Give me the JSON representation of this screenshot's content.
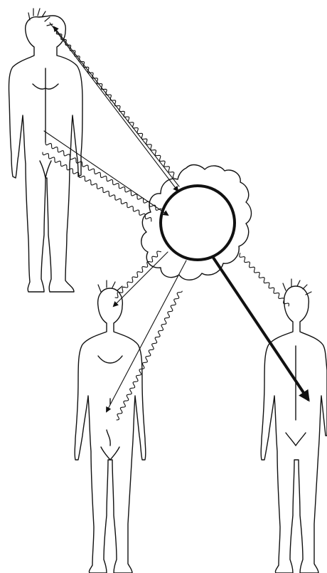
{
  "diagram": {
    "description_text": "",
    "colors": {
      "ink": "#111111",
      "background": "#ffffff"
    },
    "figures": [
      {
        "name": "figure-top-left",
        "view": "back"
      },
      {
        "name": "figure-bottom-center",
        "view": "front"
      },
      {
        "name": "figure-bottom-right",
        "view": "back"
      }
    ],
    "central_body": {
      "shape": "circle",
      "outline": "wavy-aura"
    }
  }
}
